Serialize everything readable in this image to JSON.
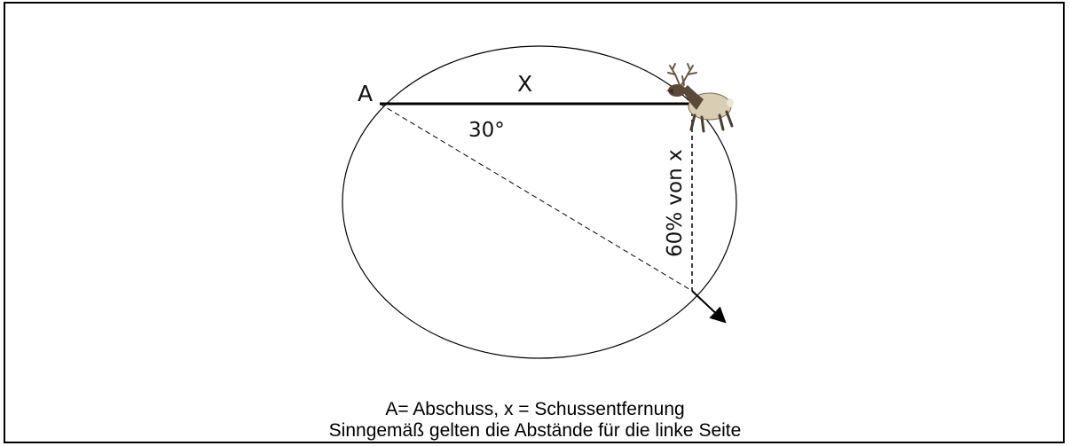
{
  "diagram": {
    "label_a": "A",
    "label_x": "X",
    "angle_label": "30°",
    "vertical_label": "60% von x",
    "deer_icon": "elk-icon"
  },
  "caption": {
    "line1": "A= Abschuss, x = Schussentfernung",
    "line2": "Sinngemäß gelten die Abstände für die linke Seite"
  }
}
